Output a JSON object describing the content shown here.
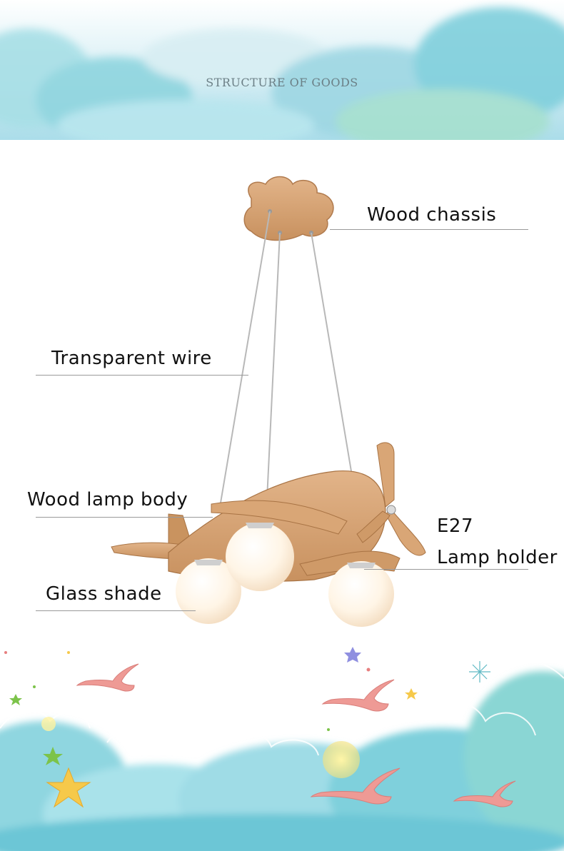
{
  "header": {
    "title": "STRUCTURE OF GOODS"
  },
  "labels": {
    "wood_chassis": "Wood chassis",
    "transparent_wire": "Transparent wire",
    "wood_lamp_body": "Wood lamp body",
    "e27": "E27",
    "lamp_holder": "Lamp holder",
    "glass_shade": "Glass shade"
  },
  "colors": {
    "sky_blue": "#bfe6f2",
    "cloud_teal": "#7fd3d8",
    "wood": "#d6a377",
    "wood_dark": "#b98456",
    "glass": "#fff3e0",
    "bird_pink": "#e88f8c",
    "star_yellow": "#f6c94a"
  }
}
